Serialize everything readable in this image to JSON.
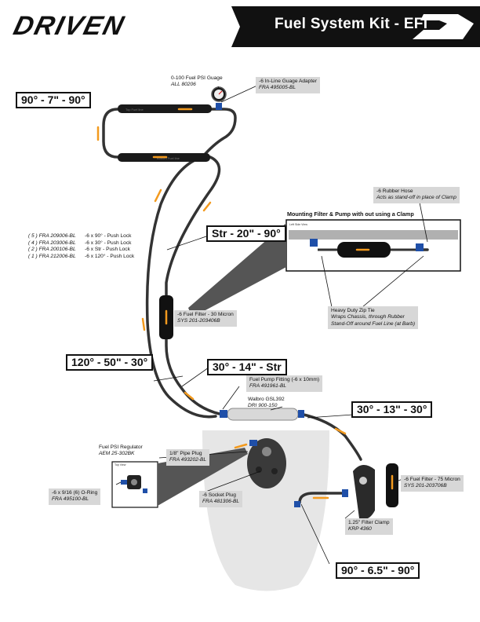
{
  "header": {
    "logo": "DRIVEN",
    "title": "Fuel System Kit - EFI",
    "logo_mark": "D"
  },
  "labels": {
    "psi_gauge": {
      "name": "0-100 Fuel PSI Guage",
      "part": "ALL 80206"
    },
    "inline_adapter": {
      "name": "-6 In-Line Guage Adapter",
      "part": "FRA 495005-BL"
    },
    "rubber_hose": {
      "name": "-6 Rubber Hose",
      "note": "Acts as stand-off in place of Clamp"
    },
    "mounting_title": "Mounting Filter & Pump with out using a Clamp",
    "left_side_view": "Left Side View",
    "zip_tie": {
      "name": "Heavy Duty Zip Tie",
      "line1": "Wraps Chassis, through Rubber",
      "line2": "Stand-Off around Fuel Line (at Barb)"
    },
    "filter_30": {
      "name": "-6 Fuel Filter - 30 Micron",
      "part": "SYS 201-203406B"
    },
    "pump_fitting": {
      "name": "Fuel Pump Fitting (-6 x 10mm)",
      "part": "FRA 491961-BL"
    },
    "pump": {
      "name": "Walbro GSL392",
      "part": "DRI 900-150"
    },
    "regulator": {
      "name": "Fuel PSI Regulator",
      "part": "AEM 25-302BK"
    },
    "pipe_plug": {
      "name": "1/8\" Pipe Plug",
      "part": "FRA 493202-BL"
    },
    "top_view": "Top View",
    "oring": {
      "name": "-6 x 9/16 (6) O-Ring",
      "part": "FRA 495100-BL"
    },
    "socket_plug": {
      "name": "-6 Socket Plug",
      "part": "FRA 481306-BL"
    },
    "filter_75": {
      "name": "-6 Fuel Filter - 75 Micron",
      "part": "SYS 201-203706B"
    },
    "filter_clamp": {
      "name": "1.25\" Filter Clamp",
      "part": "KRP 4360"
    },
    "line_top_a": "Top Fuel line",
    "line_top_b": "Bottom Fuel line"
  },
  "angle_boxes": {
    "a1": "90° - 7\" - 90°",
    "a2": "Str - 20\" - 90°",
    "a3": "120° - 50\" - 30°",
    "a4": "30° - 14\" - Str",
    "a5": "30° - 13\" - 30°",
    "a6": "90° - 6.5\" - 90°"
  },
  "parts_list": [
    {
      "qty": "( 5 )",
      "part": "FRA 209006-BL",
      "desc": "-6 x 90° -  Push Lock"
    },
    {
      "qty": "( 4 )",
      "part": "FRA 203006-BL",
      "desc": "-6 x 30° -  Push Lock"
    },
    {
      "qty": "( 2 )",
      "part": "FRA 200106-BL",
      "desc": "-6 x Str  -  Push Lock"
    },
    {
      "qty": "( 1 )",
      "part": "FRA 212006-BL",
      "desc": "-6 x 120° - Push Lock"
    }
  ],
  "colors": {
    "accent": "#f39a1e",
    "hose": "#333333",
    "label_bg": "#d7d7d7",
    "tank": "#e6e6e6",
    "fitting": "#1f4fa8"
  }
}
